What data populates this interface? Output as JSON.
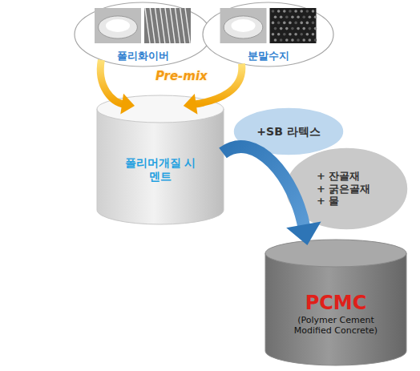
{
  "diagram": {
    "nodes": [
      {
        "text": [
          "폴리화이버"
        ]
      },
      {
        "text": [
          "분말수지"
        ]
      },
      {
        "text": [
          "폴리머개질 시멘트"
        ]
      },
      {
        "text": [
          "+SB 라텍스"
        ]
      },
      {
        "text": [
          "+ 잔골재",
          "+ 굵은골재",
          "+ 물"
        ]
      },
      {
        "text": [
          "PCMC",
          "(Polymer Cement Modified Concrete)"
        ]
      }
    ],
    "edges": [
      {
        "from": 0,
        "to": 2,
        "arrow": "to"
      },
      {
        "from": 1,
        "to": 2,
        "arrow": "to"
      },
      {
        "from": 2,
        "to": 5,
        "arrow": "to"
      }
    ],
    "labels": [
      "Pre-mix"
    ]
  }
}
